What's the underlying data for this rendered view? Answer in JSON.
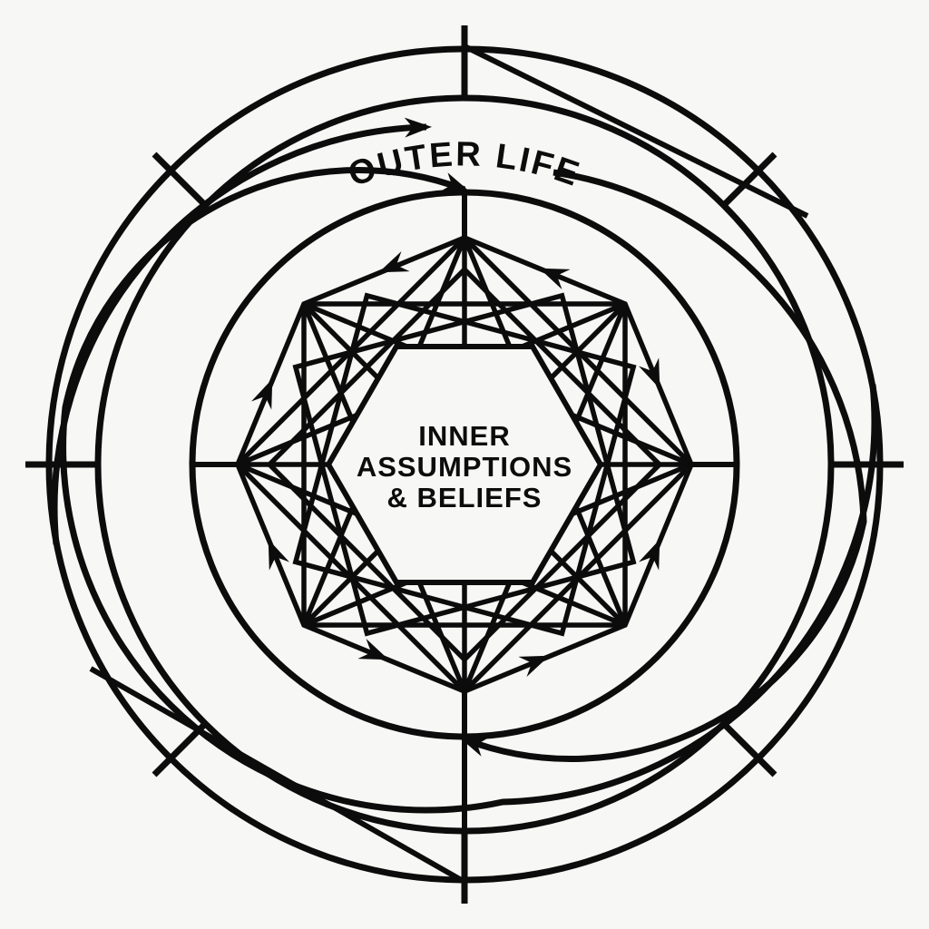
{
  "diagram": {
    "outer_label": "OUTER LIFE",
    "inner_label": {
      "line1": "INNER",
      "line2": "ASSUMPTIONS",
      "line3": "& BELIEFS"
    },
    "colors": {
      "ink": "#0c0c0c",
      "background": "#f7f7f5"
    }
  }
}
